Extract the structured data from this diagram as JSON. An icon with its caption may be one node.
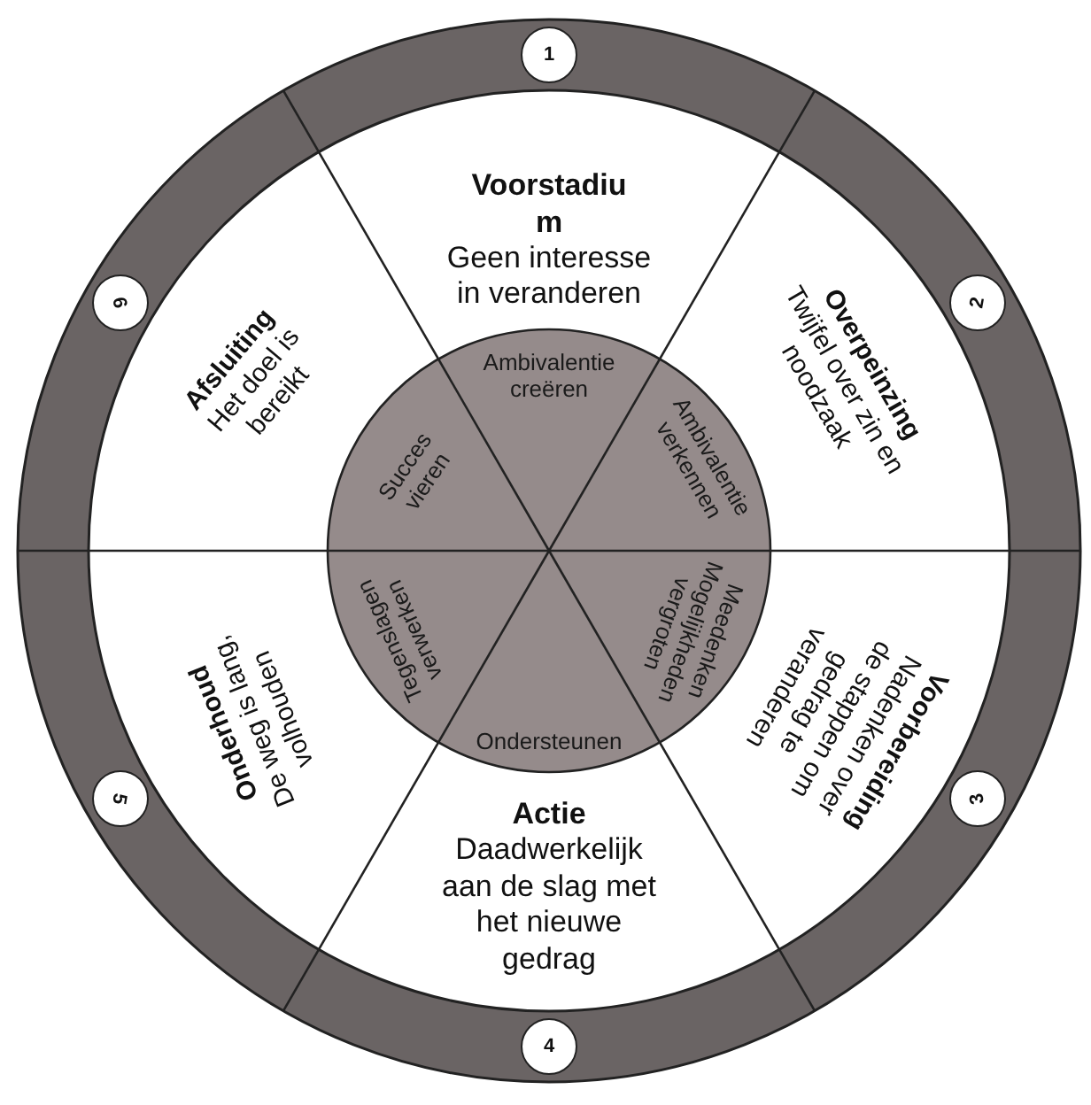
{
  "diagram": {
    "nodes": [
      {
        "text": [
          "Voorstadium",
          "Geen interesse in veranderen"
        ]
      },
      {
        "text": [
          "Overpeinzing",
          "Twijfel over zin en noodzaak"
        ]
      },
      {
        "text": [
          "Voorbereiding",
          "Nadenken over de stappen om gedrag te veranderen"
        ]
      },
      {
        "text": [
          "Actie",
          "Daadwerkelijk aan de slag met het nieuwe gedrag"
        ]
      },
      {
        "text": [
          "Onderhoud",
          "De weg is lang, volhouden"
        ]
      },
      {
        "text": [
          "Afsluiting",
          "Het doel is bereikt"
        ]
      },
      {
        "text": [
          "1"
        ]
      },
      {
        "text": [
          "2"
        ]
      },
      {
        "text": [
          "3"
        ]
      },
      {
        "text": [
          "4"
        ]
      },
      {
        "text": [
          "5"
        ]
      },
      {
        "text": [
          "6"
        ]
      },
      {
        "text": [
          "Ambivalentie creëren"
        ]
      },
      {
        "text": [
          "Ambivalentie verkennen"
        ]
      },
      {
        "text": [
          "Meedenken Mogelijkheden vergroten"
        ]
      },
      {
        "text": [
          "Ondersteunen"
        ]
      },
      {
        "text": [
          "Tegenslagen verwerken"
        ]
      },
      {
        "text": [
          "Succes vieren"
        ]
      }
    ]
  }
}
